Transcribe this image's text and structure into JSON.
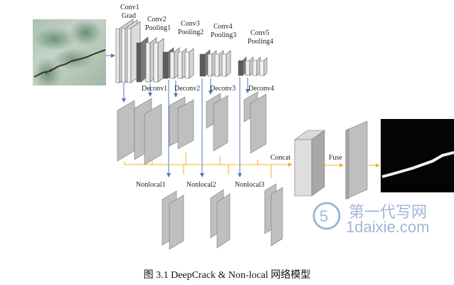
{
  "stage_labels": {
    "conv1": "Conv1",
    "grad": "Grad",
    "conv2": "Conv2",
    "pooling1": "Pooling1",
    "conv3": "Conv3",
    "pooling2": "Pooling2",
    "conv4": "Conv4",
    "pooling3": "Pooling3",
    "conv5": "Conv5",
    "pooling4": "Pooling4"
  },
  "deconv_labels": [
    "Deconv1",
    "Deconv2",
    "Deconv3",
    "Deconv4"
  ],
  "nonlocal_labels": [
    "Nonlocal1",
    "Nonlocal2",
    "Nonlocal3"
  ],
  "concat_label": "Concat",
  "fuse_label": "Fuse",
  "caption": "图 3.1 DeepCrack & Non-local 网络模型",
  "watermark": {
    "cn": "第一代写网",
    "url": "1daixie.com"
  },
  "colors": {
    "arrow_blue": "#4a78c4",
    "arrow_yellow": "#f0b323",
    "layer_fill": "#bfbfbf"
  }
}
